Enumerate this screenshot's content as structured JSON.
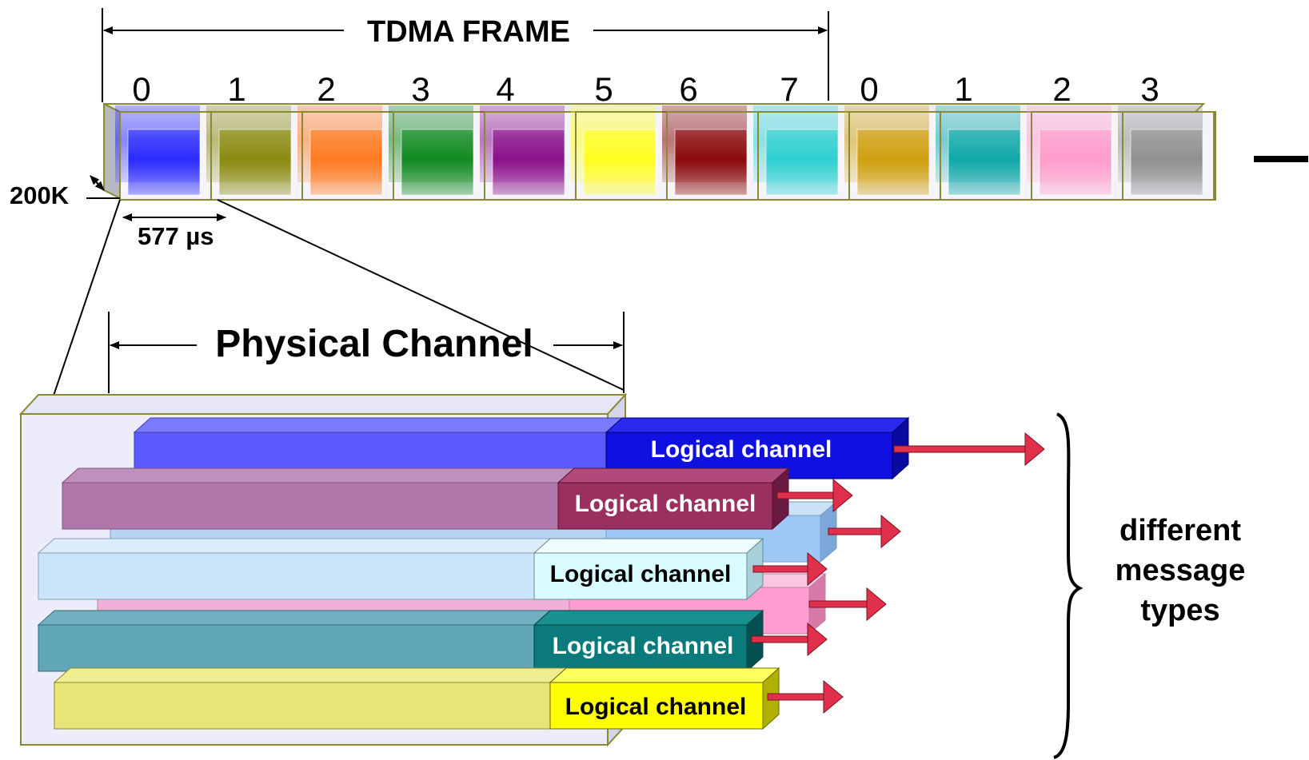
{
  "title": "TDMA FRAME",
  "slot_numbers": [
    "0",
    "1",
    "2",
    "3",
    "4",
    "5",
    "6",
    "7",
    "0",
    "1",
    "2",
    "3"
  ],
  "slot_colors": [
    "#2a2aff",
    "#8a8a10",
    "#ff7a20",
    "#108a20",
    "#8a108a",
    "#ffff20",
    "#8a0a0a",
    "#30d0d0",
    "#d0a010",
    "#10a8a8",
    "#ff9ccc",
    "#909090"
  ],
  "bandwidth_label": "200K",
  "slot_duration_label": "577 µs",
  "physical_channel_label": "Physical Channel",
  "logical_channels": [
    {
      "label": "Logical channel",
      "color": "#1010e0",
      "text_color": "#ffffff"
    },
    {
      "label": "Logical channel",
      "color": "#9a3060",
      "text_color": "#ffffff"
    },
    {
      "label": "Logical channel",
      "color": "#d8fcff",
      "text_color": "#000000"
    },
    {
      "label": "Logical channel",
      "color": "#0a7a7a",
      "text_color": "#ffffff"
    },
    {
      "label": "Logical channel",
      "color": "#ffff00",
      "text_color": "#000000"
    }
  ],
  "brace_label": [
    "different",
    "message",
    "types"
  ],
  "arrow_color": "#e0304c"
}
